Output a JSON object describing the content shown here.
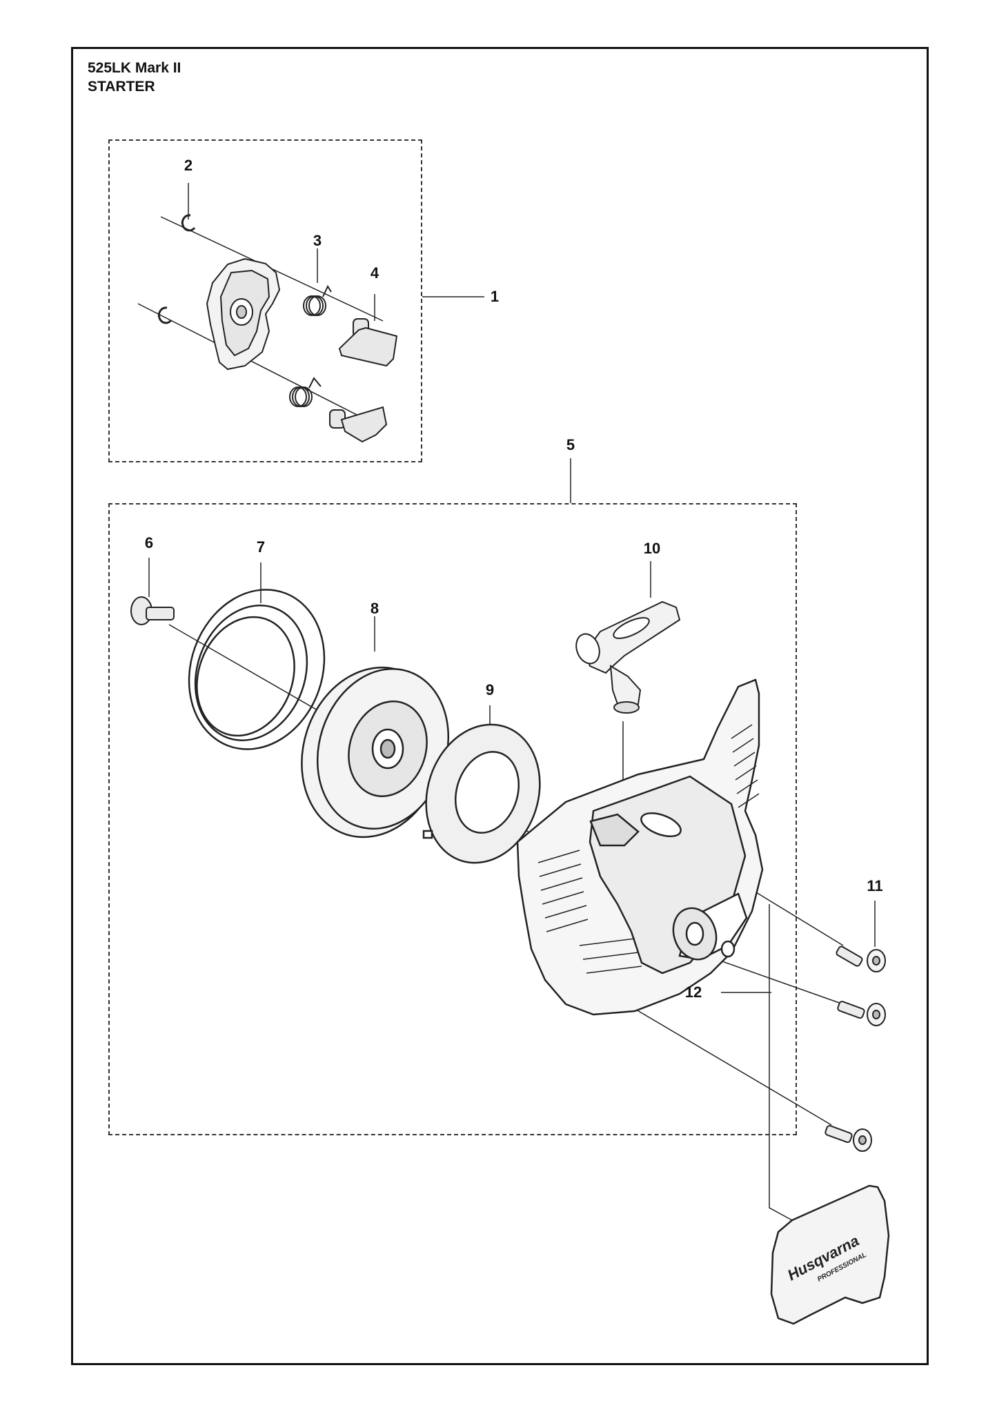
{
  "header": {
    "model": "525LK Mark II",
    "section": "STARTER"
  },
  "callouts": [
    "1",
    "2",
    "3",
    "4",
    "5",
    "6",
    "7",
    "8",
    "9",
    "10",
    "11",
    "12"
  ],
  "logo": {
    "brand": "Husqvarna",
    "sub": "PROFESSIONAL"
  }
}
